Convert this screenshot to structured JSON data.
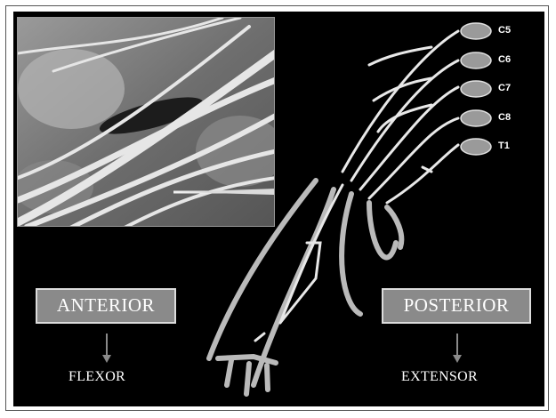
{
  "roots": [
    "C5",
    "C6",
    "C7",
    "C8",
    "T1"
  ],
  "left": {
    "label": "ANTERIOR",
    "result": "FLEXOR"
  },
  "right": {
    "label": "POSTERIOR",
    "result": "EXTENSOR"
  },
  "colors": {
    "background": "#000000",
    "box_fill": "#8a8a8a",
    "box_border": "#dcdcdc",
    "text": "#ffffff"
  }
}
